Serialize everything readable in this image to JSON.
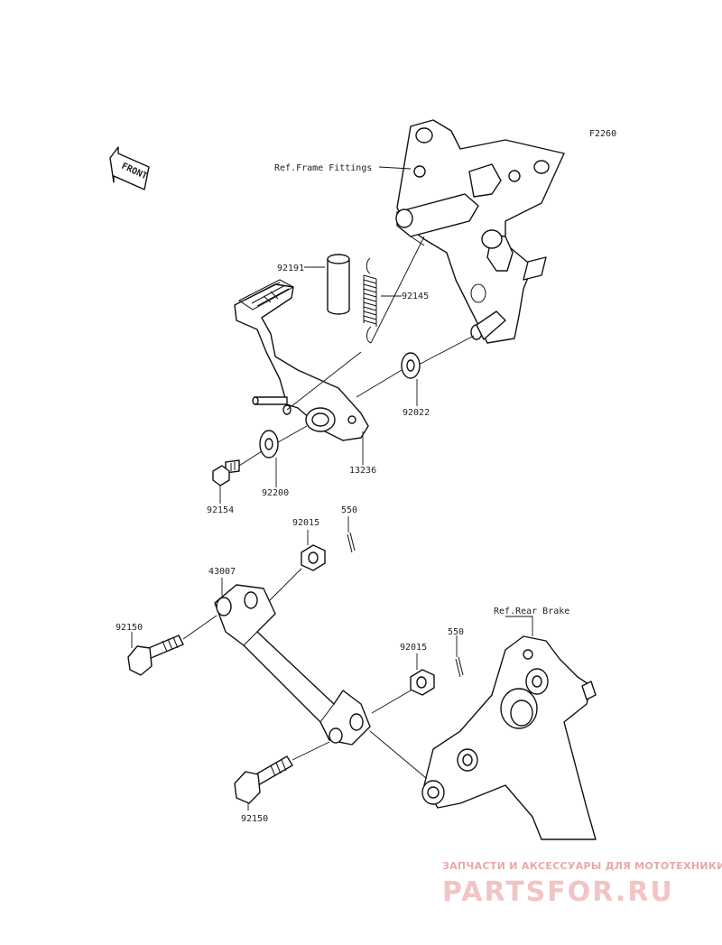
{
  "diagram": {
    "code": "F2260",
    "front_label": "FRONT",
    "refs": {
      "frame_fittings": "Ref.Frame Fittings",
      "rear_brake": "Ref.Rear Brake"
    },
    "parts": {
      "p92191": "92191",
      "p92145": "92145",
      "p92022": "92022",
      "p13236": "13236",
      "p92200": "92200",
      "p92154": "92154",
      "p92015a": "92015",
      "p550a": "550",
      "p43007": "43007",
      "p92150a": "92150",
      "p92015b": "92015",
      "p550b": "550",
      "p92150b": "92150"
    }
  },
  "watermark": {
    "line1": "ЗАПЧАСТИ И АКСЕССУАРЫ ДЛЯ МОТОТЕХНИКИ",
    "brand": "PARTSFOR.RU"
  }
}
